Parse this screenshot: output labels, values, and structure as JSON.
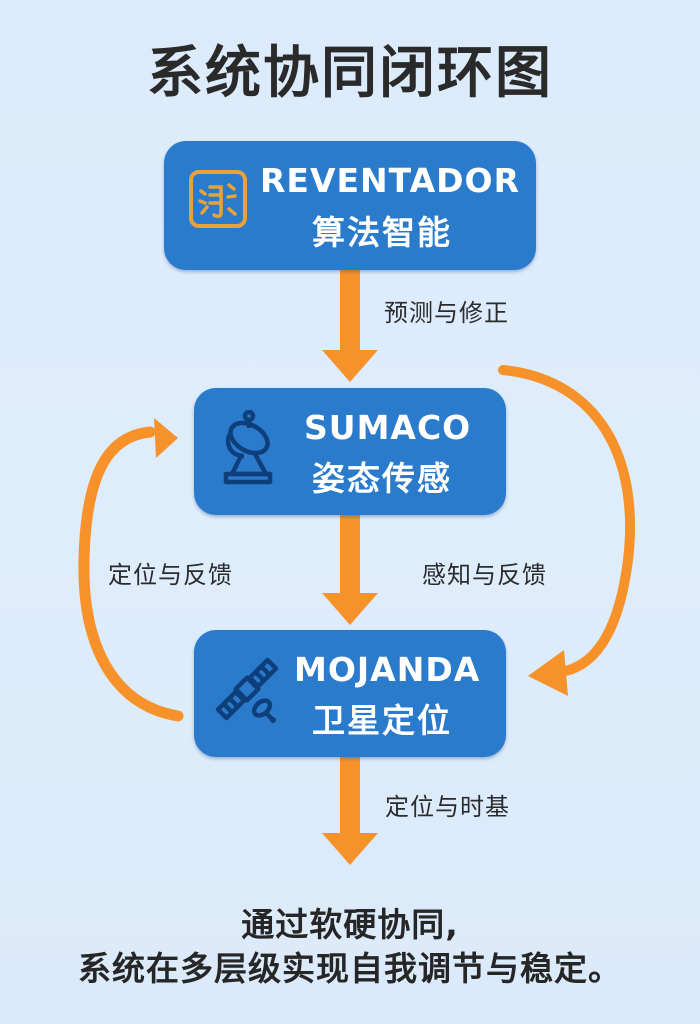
{
  "title": "系统协同闭环图",
  "colors": {
    "node_fill": "#2b7bcd",
    "arrow": "#f7922a",
    "icon_dark": "#0f3f7a",
    "icon_gold": "#e8a23a",
    "background": "#dcebfb",
    "text_dark": "#2a2a2a"
  },
  "nodes": [
    {
      "id": "reventador",
      "name": "REVENTADOR",
      "subtitle": "算法智能",
      "icon": "algorithm-glyph-icon"
    },
    {
      "id": "sumaco",
      "name": "SUMACO",
      "subtitle": "姿态传感",
      "icon": "satellite-dish-icon"
    },
    {
      "id": "mojanda",
      "name": "MOJANDA",
      "subtitle": "卫星定位",
      "icon": "satellite-icon"
    }
  ],
  "edges": [
    {
      "from": "reventador",
      "to": "sumaco",
      "label": "预测与修正"
    },
    {
      "from": "sumaco",
      "to": "mojanda",
      "label": ""
    },
    {
      "from": "reventador",
      "to": "mojanda",
      "label": "感知与反馈",
      "style": "curved-right"
    },
    {
      "from": "mojanda",
      "to": "sumaco",
      "label": "定位与反馈",
      "style": "curved-left"
    },
    {
      "from": "mojanda",
      "to": "output",
      "label": "定位与时基"
    }
  ],
  "footer": {
    "line1": "通过软硬协同,",
    "line2": "系统在多层级实现自我调节与稳定。"
  }
}
